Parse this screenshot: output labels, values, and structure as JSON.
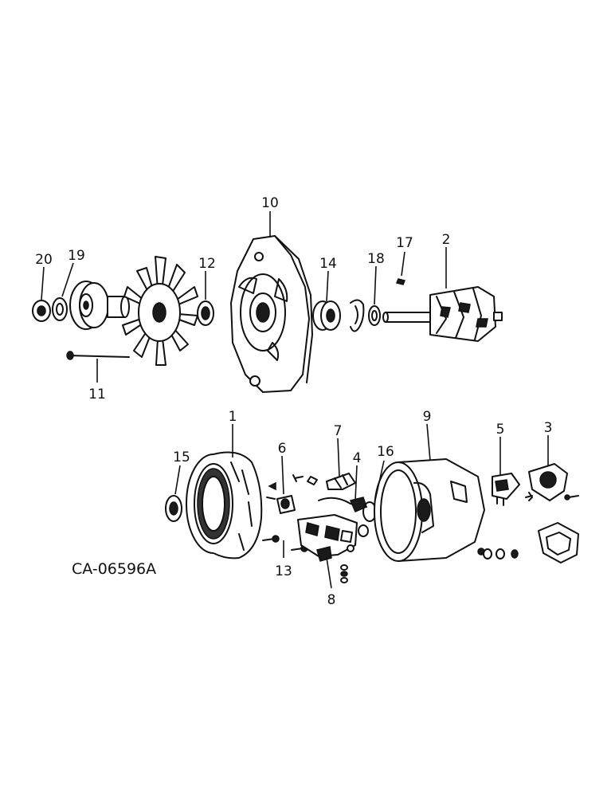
{
  "diagram_code": "CA-06596A",
  "callouts": {
    "c1": "1",
    "c2": "2",
    "c3": "3",
    "c4": "4",
    "c5": "5",
    "c6": "6",
    "c7": "7",
    "c8": "8",
    "c9": "9",
    "c10": "10",
    "c11": "11",
    "c12": "12",
    "c13": "13",
    "c14": "14",
    "c15": "15",
    "c16": "16",
    "c17": "17",
    "c18": "18",
    "c19": "19",
    "c20": "20"
  }
}
